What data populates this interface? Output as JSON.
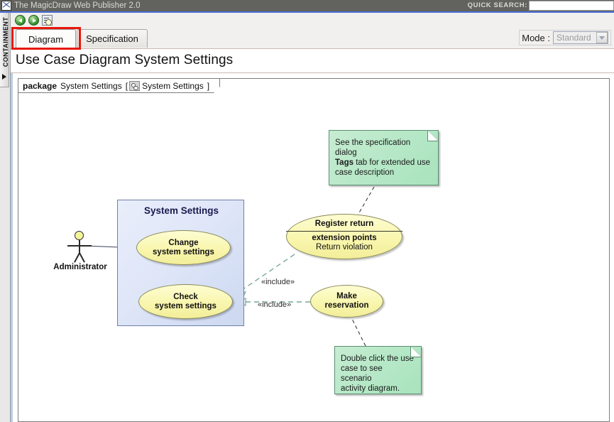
{
  "titlebar": {
    "app_title": "The MagicDraw Web Publisher 2.0",
    "app_icon": "magicdraw-logo-icon",
    "quick_search_label": "QUICK SEARCH:",
    "quick_search_value": "",
    "quick_search_placeholder": ""
  },
  "sidebar": {
    "containment_label": "CONTAINMENT",
    "expander_icon": "triangle-right-icon"
  },
  "toolbar": {
    "back_icon": "back-arrow-icon",
    "forward_icon": "forward-arrow-icon",
    "search_doc_icon": "document-search-icon"
  },
  "tabs": [
    {
      "label": "Diagram",
      "selected": true
    },
    {
      "label": "Specification",
      "selected": false
    }
  ],
  "mode": {
    "label": "Mode :",
    "value": "Standard",
    "arrow_icon": "chevron-down-icon",
    "options": [
      "Standard"
    ]
  },
  "page": {
    "title": "Use Case Diagram System Settings"
  },
  "frame": {
    "keyword": "package",
    "name": "System Settings",
    "bracket_open": "[",
    "bracket_close": "]",
    "ref_icon": "package-icon",
    "ref_name": "System Settings"
  },
  "diagram": {
    "package": {
      "title": "System Settings"
    },
    "actor": {
      "name": "Administrator",
      "icon": "actor-stickman-icon"
    },
    "use_cases": [
      {
        "id": "change",
        "line1": "Change",
        "line2": "system settings"
      },
      {
        "id": "check",
        "line1": "Check",
        "line2": "system settings"
      },
      {
        "id": "make",
        "line1": "Make",
        "line2": "reservation"
      }
    ],
    "register_use_case": {
      "name": "Register return",
      "compartment_title": "extension points",
      "compartment_item": "Return violation"
    },
    "include_labels": [
      "«include»",
      "«include»"
    ],
    "notes": [
      {
        "id": "note-top",
        "line1": "See the specification dialog",
        "bold": "Tags",
        "line2_rest": " tab for extended use",
        "line3": "case description"
      },
      {
        "id": "note-bottom",
        "line1": "Double click the use",
        "line2": "case to see scenario",
        "line3": "activity diagram."
      }
    ]
  },
  "colors": {
    "titlebar_bg": "#62625f",
    "accent_rule": "#4a6fd4",
    "tab_highlight": "#e8180c",
    "usecase_fill": "#f9f6ae",
    "note_fill": "#b6e8c7",
    "package_fill": "#dfe6f8"
  }
}
